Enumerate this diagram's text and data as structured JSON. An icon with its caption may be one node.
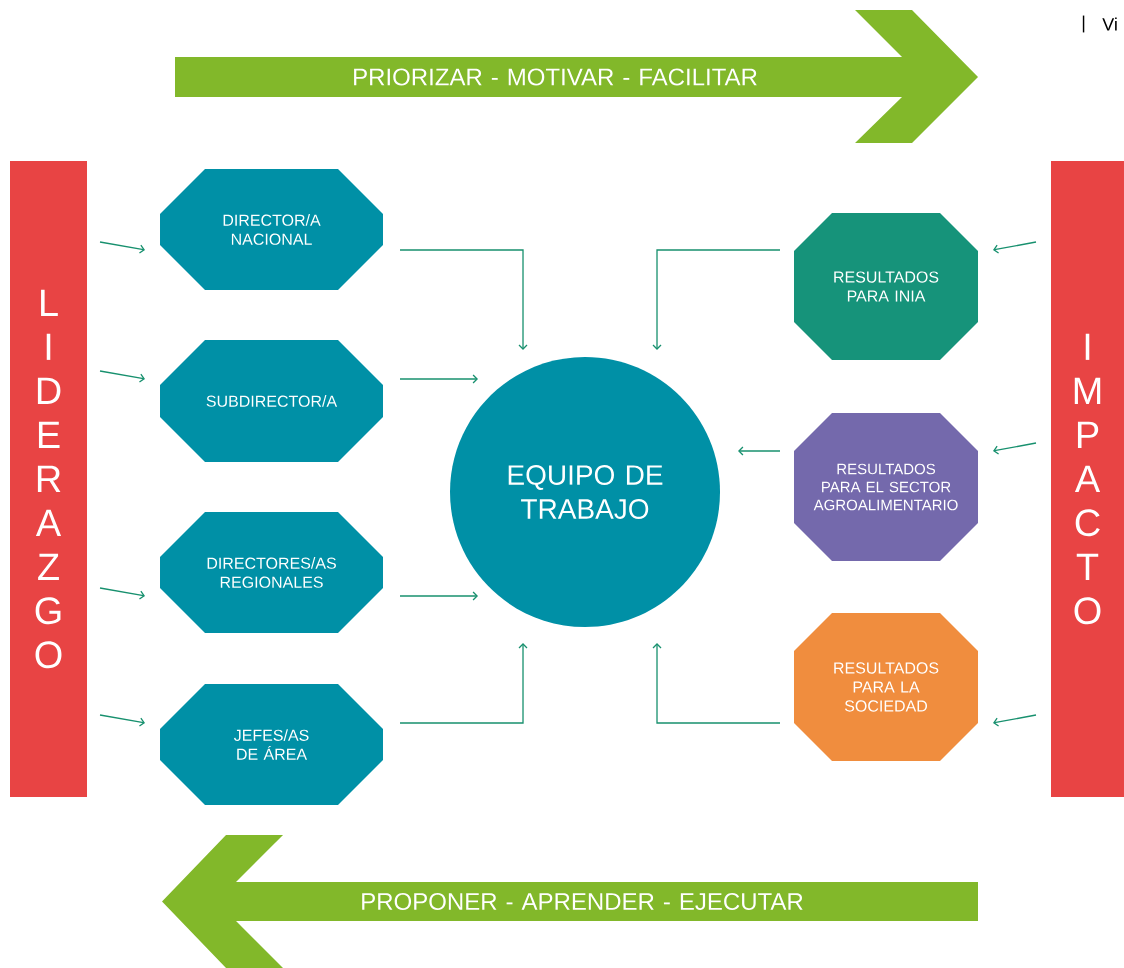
{
  "diagram": {
    "nodes": [
      {
        "text": [
          "PRIORIZAR - MOTIVAR - FACILITAR"
        ]
      },
      {
        "text": [
          "LIDERAZGO"
        ]
      },
      {
        "text": [
          "DIRECTOR/A NACIONAL"
        ]
      },
      {
        "text": [
          "SUBDIRECTOR/A"
        ]
      },
      {
        "text": [
          "DIRECTORES/AS REGIONALES"
        ]
      },
      {
        "text": [
          "JEFES/AS DE ÁREA"
        ]
      },
      {
        "text": [
          "EQUIPO DE TRABAJO"
        ]
      },
      {
        "text": [
          "RESULTADOS PARA INIA"
        ]
      },
      {
        "text": [
          "RESULTADOS PARA EL SECTOR AGROALIMENTARIO"
        ]
      },
      {
        "text": [
          "RESULTADOS PARA LA SOCIEDAD"
        ]
      },
      {
        "text": [
          "IMPACTO"
        ]
      },
      {
        "text": [
          "PROPONER - APRENDER - EJECUTAR"
        ]
      }
    ],
    "edges": [
      {
        "from": 1,
        "to": 2,
        "arrow": "to"
      },
      {
        "from": 1,
        "to": 3,
        "arrow": "to"
      },
      {
        "from": 1,
        "to": 4,
        "arrow": "to"
      },
      {
        "from": 1,
        "to": 5,
        "arrow": "to"
      },
      {
        "from": 2,
        "to": 6,
        "arrow": "to"
      },
      {
        "from": 3,
        "to": 6,
        "arrow": "to"
      },
      {
        "from": 4,
        "to": 6,
        "arrow": "to"
      },
      {
        "from": 5,
        "to": 6,
        "arrow": "to"
      },
      {
        "from": 7,
        "to": 6,
        "arrow": "to"
      },
      {
        "from": 8,
        "to": 6,
        "arrow": "to"
      },
      {
        "from": 9,
        "to": 6,
        "arrow": "to"
      },
      {
        "from": 10,
        "to": 7,
        "arrow": "to"
      },
      {
        "from": 10,
        "to": 8,
        "arrow": "to"
      },
      {
        "from": 10,
        "to": 9,
        "arrow": "to"
      }
    ],
    "labels": [
      "|",
      "Vi"
    ]
  }
}
